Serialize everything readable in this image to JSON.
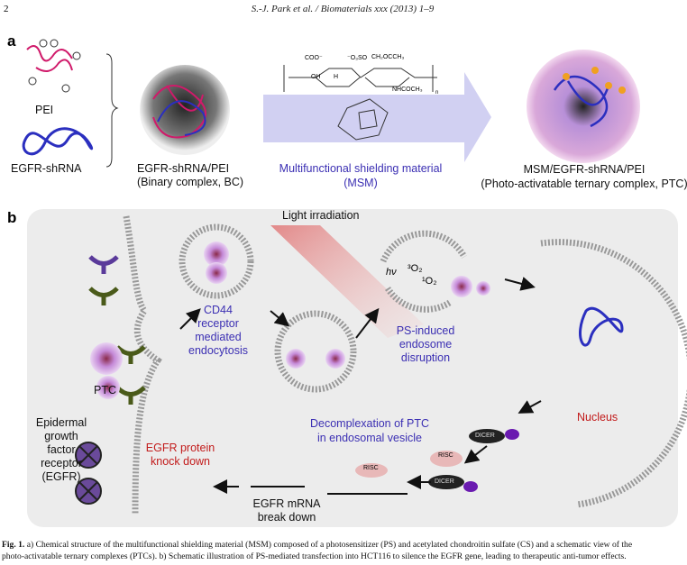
{
  "header": {
    "page_number": "2",
    "running_title": "S.-J. Park et al. / Biomaterials xxx (2013) 1–9"
  },
  "panel_a": {
    "label": "a",
    "pei": "PEI",
    "egfr_shrna": "EGFR-shRNA",
    "binary_complex": [
      "EGFR-shRNA/PEI",
      "(Binary complex, BC)"
    ],
    "chem_groups": [
      "COO⁻",
      "⁻O₃SO",
      "CH₂OCCH₃",
      "OH",
      "H",
      "NHCOCH₃",
      "n"
    ],
    "msm": [
      "Multifunctional shielding material",
      "(MSM)"
    ],
    "ptc": [
      "MSM/EGFR-shRNA/PEI",
      "(Photo-activatable ternary complex, PTC)"
    ]
  },
  "panel_b": {
    "label": "b",
    "light": "Light irradiation",
    "hv": "hν",
    "triplet_o2": "³O₂",
    "singlet_o2": "¹O₂",
    "ptc": "PTC",
    "cd44": [
      "CD44",
      "receptor",
      "mediated",
      "endocytosis"
    ],
    "decomplexation": [
      "Decomplexation of PTC",
      "in endosomal vesicle"
    ],
    "ps_induced": [
      "PS-induced",
      "endosome",
      "disruption"
    ],
    "nucleus": "Nucleus",
    "dicer": "DICER",
    "risc": "RISC",
    "egfr_receptor": [
      "Epidermal",
      "growth",
      "factor",
      "receptor",
      "(EGFR)"
    ],
    "knockdown": [
      "EGFR protein",
      "knock down"
    ],
    "mrna": [
      "EGFR mRNA",
      "break down"
    ]
  },
  "caption": {
    "fig": "Fig. 1.",
    "line1": "a) Chemical structure of the multifunctional shielding material (MSM) composed of a photosensitizer (PS) and acetylated chondroitin sulfate (CS) and a schematic view of the",
    "line2": "photo-activatable ternary complexes (PTCs). b) Schematic illustration of PS-mediated transfection into HCT116 to silence the EGFR gene, leading to therapeutic anti-tumor effects."
  },
  "colors": {
    "text_blue": "#3b2fb3",
    "text_red": "#c21b1b",
    "arrow": "#c9c8f0",
    "panel_bg": "#ececec",
    "shrna": "#2b2fbf",
    "pei": "#d01a6a"
  }
}
